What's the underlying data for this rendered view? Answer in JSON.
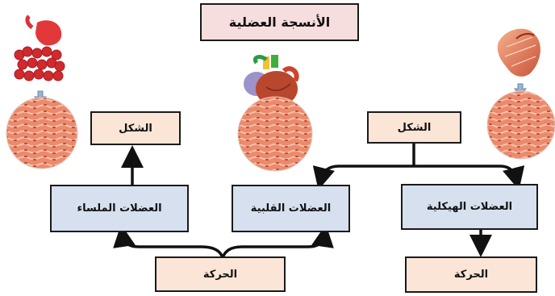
{
  "title": "الأنسجة العضلية",
  "muscles": {
    "smooth": "العضلات الملساء",
    "cardiac": "العضلات القلبية",
    "skeletal": "العضلات الهيكلية"
  },
  "features": {
    "shape_left": "الشكل",
    "shape_center": "الشكل",
    "movement_bottom": "الحركة",
    "movement_right": "الحركة"
  },
  "colors": {
    "pink_box": "#fbe5d6",
    "blue_box": "#d6e0ee",
    "title_box": "#f6dede",
    "tissue": "#e87a5d"
  },
  "icons": [
    "stomach-intestine-icon",
    "heart-icon",
    "arm-muscle-icon"
  ]
}
